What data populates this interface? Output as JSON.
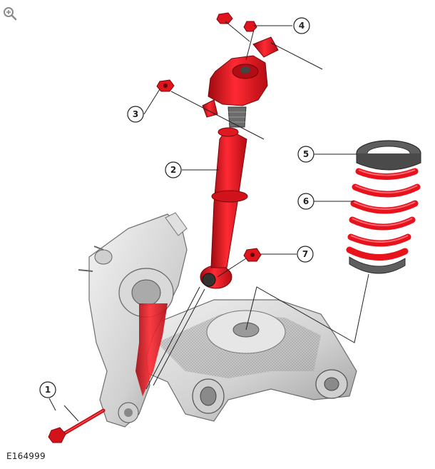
{
  "figure_id": "E164999",
  "zoom_icon": "zoom-in-icon",
  "colors": {
    "highlight": "#e8121c",
    "highlight_dark": "#a90b12",
    "metal": "#d8d8d8",
    "metal_dark": "#9a9a9a",
    "rubber": "#5a5a5a",
    "callout_stroke": "#222222"
  },
  "callouts": [
    {
      "id": "callout-1",
      "number": "1",
      "part": "bolt"
    },
    {
      "id": "callout-2",
      "number": "2",
      "part": "shock-absorber"
    },
    {
      "id": "callout-3",
      "number": "3",
      "part": "upper-mount-nut"
    },
    {
      "id": "callout-4",
      "number": "4",
      "part": "top-nut"
    },
    {
      "id": "callout-5",
      "number": "5",
      "part": "spring-seat"
    },
    {
      "id": "callout-6",
      "number": "6",
      "part": "coil-spring"
    },
    {
      "id": "callout-7",
      "number": "7",
      "part": "lower-nut"
    }
  ]
}
